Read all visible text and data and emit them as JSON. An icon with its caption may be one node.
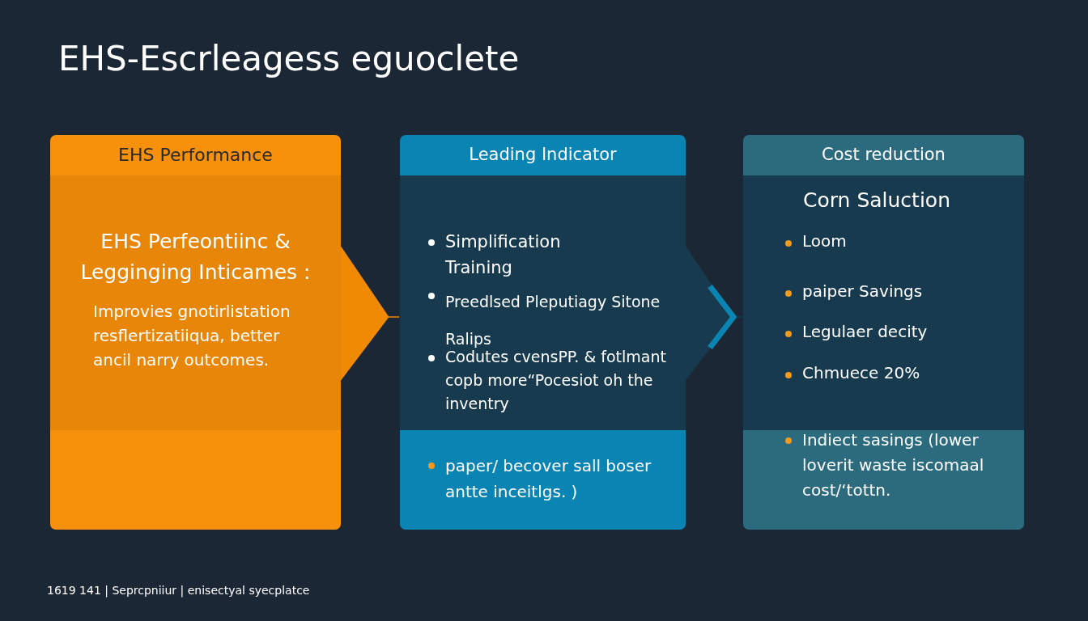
{
  "diagram": {
    "title": "EHS-Escrleagess eguoclete",
    "nodes": [
      {
        "text": [
          "EHS Performance",
          "EHS Perfeontiinc & Legginging Inticames :",
          "Improvies gnotirlistation resflertizatiiqua, better ancil narry outcomes."
        ]
      },
      {
        "text": [
          "Leading Indicator",
          "Simplification Training",
          "Preedlsed Pleputiagy Sitone Ralips",
          "Codutes cvensPP. & fotlmant copb more“Pocesiot oh the inventry",
          "paper/ becover sall boser antte inceitlgs. )"
        ]
      },
      {
        "text": [
          "Cost reduction",
          "Corn Saluction",
          "Loom",
          "paiper Savings",
          "Legulaer decity",
          "Chmuece 20%",
          "Indiect sasings (lower loverit waste iscomaal cost/‘tottn."
        ]
      }
    ],
    "edges": [
      {
        "from": 0,
        "to": 1,
        "arrow": "to",
        "color": "#f08a05"
      },
      {
        "from": 1,
        "to": 2,
        "arrow": "to",
        "color": "#173a4e"
      }
    ],
    "labels": [
      "1619 141 | Seprcpniiur | enisectyal syecplatce"
    ]
  }
}
